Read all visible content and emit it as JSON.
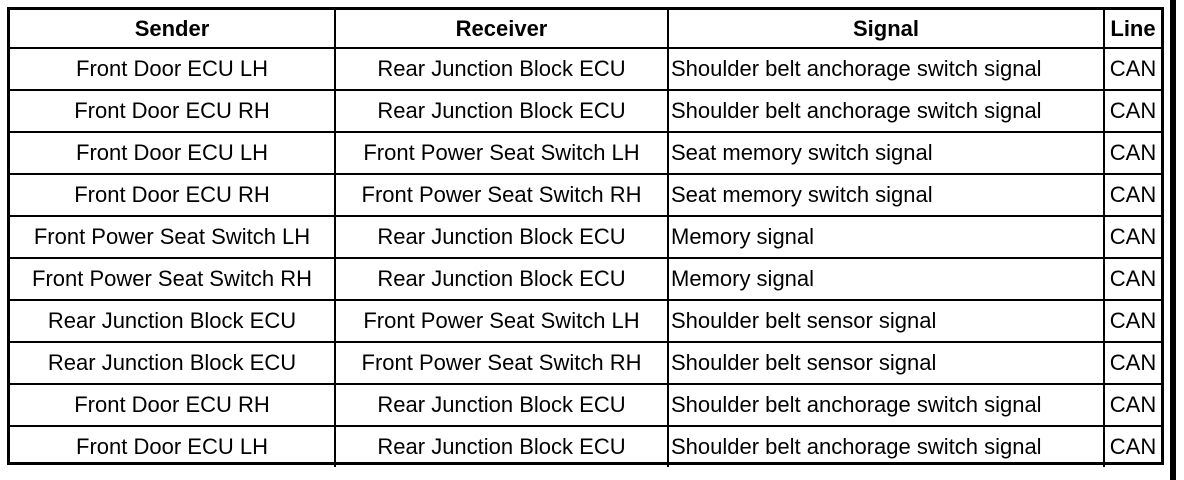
{
  "table": {
    "headers": [
      "Sender",
      "Receiver",
      "Signal",
      "Line"
    ],
    "rows": [
      [
        "Front Door ECU LH",
        "Rear Junction Block ECU",
        "Shoulder belt anchorage switch signal",
        "CAN"
      ],
      [
        "Front Door ECU RH",
        "Rear Junction Block ECU",
        "Shoulder belt anchorage switch signal",
        "CAN"
      ],
      [
        "Front Door ECU LH",
        "Front Power Seat Switch LH",
        "Seat memory switch signal",
        "CAN"
      ],
      [
        "Front Door ECU RH",
        "Front Power Seat Switch RH",
        "Seat memory switch signal",
        "CAN"
      ],
      [
        "Front Power Seat Switch LH",
        "Rear Junction Block ECU",
        "Memory signal",
        "CAN"
      ],
      [
        "Front Power Seat Switch RH",
        "Rear Junction Block ECU",
        "Memory signal",
        "CAN"
      ],
      [
        "Rear Junction Block ECU",
        "Front Power Seat Switch LH",
        "Shoulder belt sensor signal",
        "CAN"
      ],
      [
        "Rear Junction Block ECU",
        "Front Power Seat Switch RH",
        "Shoulder belt sensor signal",
        "CAN"
      ],
      [
        "Front Door ECU RH",
        "Rear Junction Block ECU",
        "Shoulder belt anchorage switch signal",
        "CAN"
      ],
      [
        "Front Door ECU LH",
        "Rear Junction Block ECU",
        "Shoulder belt anchorage switch signal",
        "CAN"
      ]
    ]
  }
}
